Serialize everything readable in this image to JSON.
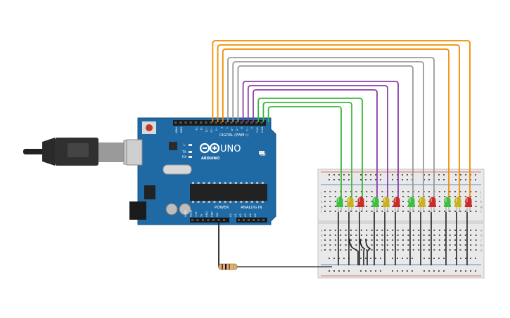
{
  "board": {
    "brand": "ARDUINO",
    "model": "UNO",
    "digital_header": "DIGITAL (PWM~)",
    "power_header": "POWER",
    "analog_header": "ANALOG IN",
    "on_label": "ON",
    "led_l_label": "L",
    "tx_label": "TX",
    "rx_label": "RX",
    "aref_label": "AREF",
    "gnd_label": "GND",
    "reset_label": "RESET",
    "ioref_label": "IOREF",
    "v33_label": "3.3V",
    "v5_label": "5V",
    "vin_label": "VIN",
    "analog_pins": [
      "A0",
      "A1",
      "A2",
      "A3",
      "A4",
      "A5"
    ],
    "digital_pins": [
      "13",
      "12",
      "~11",
      "~10",
      "~9",
      "8",
      "7",
      "~6",
      "~5",
      "4",
      "~3",
      "2",
      "TX 1",
      "RX 0"
    ]
  },
  "breadboard": {
    "row_letters_top": [
      "j",
      "i",
      "h",
      "g",
      "f"
    ],
    "row_letters_bottom": [
      "e",
      "d",
      "c",
      "b",
      "a"
    ]
  },
  "leds": [
    "green",
    "yellow",
    "red",
    "green",
    "yellow",
    "red",
    "green",
    "yellow",
    "red",
    "green",
    "yellow",
    "red"
  ],
  "colors": {
    "board": "#1f6aa5",
    "breadboard": "#e9e9e9",
    "wire_orange": "#f08c00",
    "wire_gray": "#9a9a9a",
    "wire_purple": "#8a3fa8",
    "wire_green": "#3cb83c",
    "wire_black": "#222222",
    "led_green": "#3fbf3f",
    "led_yellow": "#c8b21e",
    "led_red": "#cc2b2b"
  }
}
